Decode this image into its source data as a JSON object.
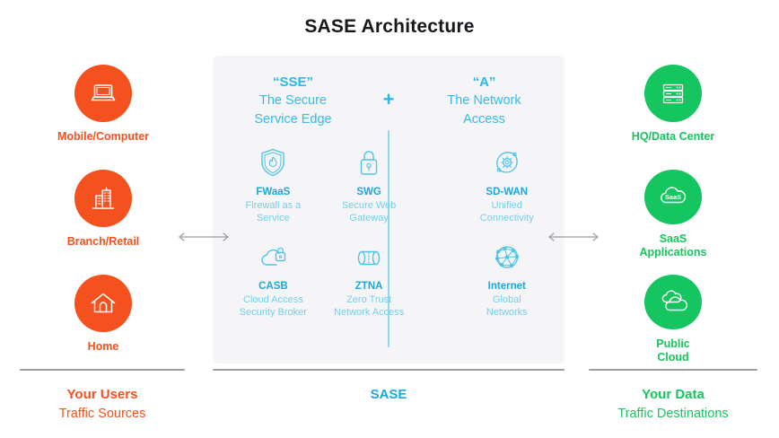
{
  "title": "SASE Architecture",
  "left_column": {
    "accent_color": "#f4511e",
    "nodes": [
      {
        "label": "Mobile/Computer",
        "icon": "laptop-icon"
      },
      {
        "label": "Branch/Retail",
        "icon": "office-buildings-icon"
      },
      {
        "label": "Home",
        "icon": "house-icon"
      }
    ]
  },
  "right_column": {
    "accent_color": "#15c55f",
    "nodes": [
      {
        "label": "HQ/Data Center",
        "icon": "server-rack-icon"
      },
      {
        "label": "SaaS\nApplications",
        "icon": "saas-cloud-icon"
      },
      {
        "label": "Public\nCloud",
        "icon": "public-cloud-icon"
      }
    ]
  },
  "panel": {
    "accent_color": "#29b8e8",
    "plus": "+",
    "headings": [
      {
        "quoted": "“SSE”",
        "sub": "The Secure\nService Edge"
      },
      {
        "quoted": "“A”",
        "sub": "The Network\nAccess"
      }
    ],
    "sse_tiles": [
      {
        "name": "FWaaS",
        "desc": "Firewall as a\nService",
        "icon": "shield-flame-icon"
      },
      {
        "name": "SWG",
        "desc": "Secure Web\nGateway",
        "icon": "padlock-icon"
      },
      {
        "name": "CASB",
        "desc": "Cloud Access\nSecurity Broker",
        "icon": "cloud-lock-icon"
      },
      {
        "name": "ZTNA",
        "desc": "Zero Trust\nNetwork Access",
        "icon": "tunnel-icon"
      }
    ],
    "access_tiles": [
      {
        "name": "SD-WAN",
        "desc": "Unified\nConnectivity",
        "icon": "gear-orbit-icon"
      },
      {
        "name": "Internet",
        "desc": "Global\nNetworks",
        "icon": "network-globe-icon"
      }
    ]
  },
  "arrows": {
    "left": {
      "name": "bidirectional-arrow-left",
      "direction": "both"
    },
    "right": {
      "name": "bidirectional-arrow-right",
      "direction": "both"
    }
  },
  "footer": {
    "left": {
      "title": "Your Users",
      "subtitle": "Traffic Sources",
      "color": "#f4511e"
    },
    "center": {
      "title": "SASE",
      "subtitle": "",
      "color": "#19a9da"
    },
    "right": {
      "title": "Your Data",
      "subtitle": "Traffic Destinations",
      "color": "#15c55f"
    }
  }
}
